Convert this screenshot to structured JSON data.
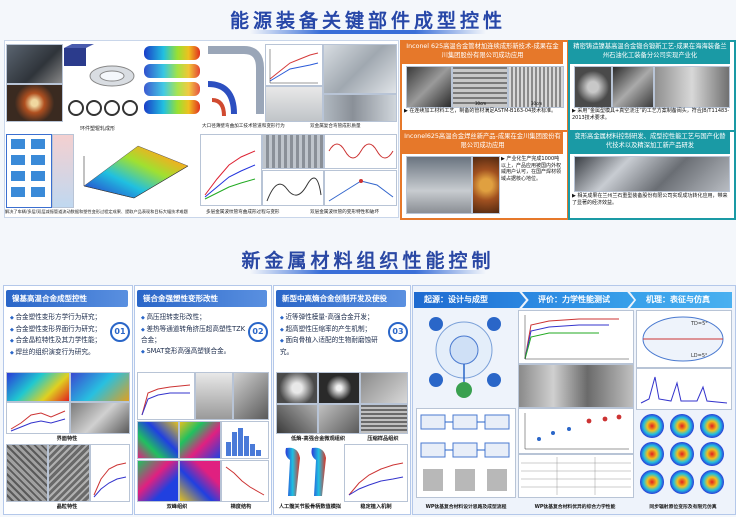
{
  "section1": {
    "title": "能源装备关键部件成型控性",
    "left": {
      "caption_ring": "环件塑辊轧成形",
      "caption_pipe": "大口径薄壁弯曲加工技术管道和变形行为",
      "caption_bend": "双金属复合弯管成形质量",
      "caption_bottom_left": "解决了车辆/多层/双层减振管道流动数据和塑性变形过程定成果、提取产品表现和目标大幅技术难题",
      "caption_bottom_mid": "多层金属波纹管弯曲成形过程与变形",
      "caption_bottom_right": "双层金属波纹管的变形特性和破坏"
    },
    "card_orange_top": {
      "header": "Inconel 625高温合金管材加连续成形新技术-成果在金川集团股份有限公司成功应用",
      "body": "▶ 在连续加工材料工艺，制备的管材满足ASTM-B163-04技术标准。",
      "img_labels": [
        "30cm",
        "30cm"
      ]
    },
    "card_orange_bottom": {
      "header": "Inconel625高温合金焊丝新产品-成果在金川集团股份有限公司成功应用",
      "body": "▶ 产业化生产完成1000吨以上，产品应用被国内外权威用户认可，在国产焊材领域占据核心地位。"
    },
    "card_blue_top": {
      "header": "精密铸造镍基高温合金锻合锻新工艺-成果在海海装备兰州石油化工装备分公司实现产业化",
      "body": "▶ 采用“金属型模具+真空浇注”的工艺方案制备阀头，符合JB/T11483-2013技术要求。"
    },
    "card_blue_bottom": {
      "header": "变形高金属材料控制研发、成型控性能工艺与国产化替代技术以及精深加工新产品研发",
      "body": "▶ 相关成果在兰州兰石重型装备股份有限公司实现成功转化应用，带来了显著的经济效益。"
    }
  },
  "section2": {
    "title": "新金属材料组织性能控制",
    "col1": {
      "heading": "镍基高温合金成型控性",
      "badge": "01",
      "bullets": [
        "合金塑性变形方学行为研究；",
        "合金塑性变形界面行为研究；",
        "合金晶粒特性及其力学性能；",
        "焊丝的组织演变行为研究。"
      ],
      "caption_a": "界面特性",
      "caption_b": "晶粒特性"
    },
    "col2": {
      "heading": "镁合金强塑性变形改性",
      "badge": "02",
      "bullets": [
        "高压扭转变形改性；",
        "差热等通道转角挤压超高塑性TZK合金；",
        "SMAT变形高强高塑镁合金。"
      ],
      "caption_a": "双峰组织",
      "caption_b": "梯度结构"
    },
    "col3": {
      "heading": "新型中高熵合金创制开发及使役",
      "badge": "03",
      "bullets": [
        "近等弹性模量-高强合金开发；",
        "超高塑性压缩率的产生机制；",
        "面向骨植入适配的生物耐磨蚀研究。"
      ],
      "caption_a": "低熵-高强合金微观组织",
      "caption_b": "压缩样品组织",
      "caption_c": "人工髋关节股骨柄数值模拟",
      "caption_d": "稳定植入机制"
    },
    "col4": {
      "h1": "起源：设计与成型",
      "h2": "评价：力学性能测试",
      "h3": "机理：表征与仿真",
      "caption_a": "WP钛基复合材料设计思路及成型流程",
      "caption_b": "WP钛基复合材料优异的综合力学性能",
      "caption_c": "同步辐射原位变形及有限元仿真",
      "sim_labels": [
        "TD=5°",
        "LD=5°"
      ]
    }
  },
  "colors": {
    "title_blue": "#2747a8",
    "orange": "#e6782a",
    "teal": "#1a9aa5",
    "blue": "#2a66c8"
  }
}
